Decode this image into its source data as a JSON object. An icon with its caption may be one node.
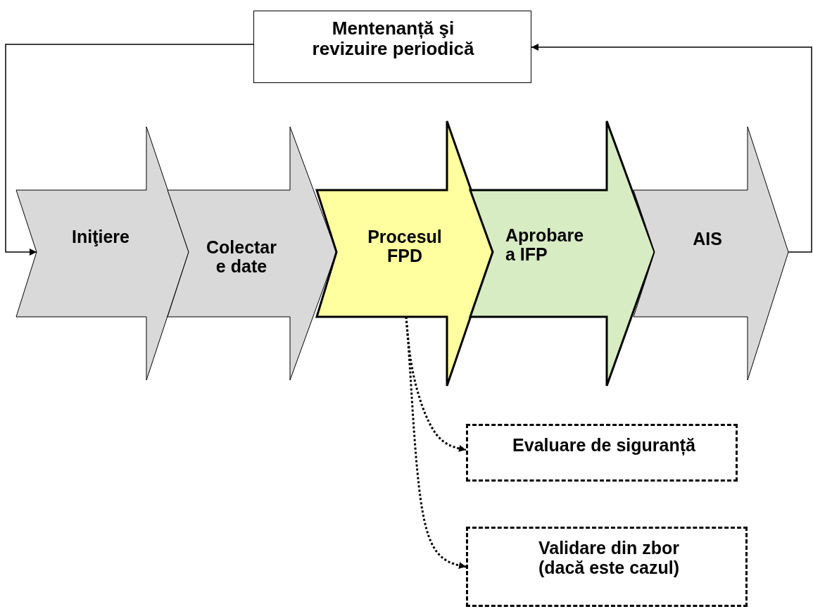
{
  "diagram": {
    "nodes": [
      {
        "text": [
          "Mentenanță şi revizuire periodică"
        ]
      },
      {
        "text": [
          "Iniţiere"
        ]
      },
      {
        "text": [
          "Colectar e date"
        ]
      },
      {
        "text": [
          "Procesul FPD"
        ]
      },
      {
        "text": [
          "Aprobare a IFP"
        ]
      },
      {
        "text": [
          "AIS"
        ]
      },
      {
        "text": [
          "Evaluare de siguranță"
        ]
      },
      {
        "text": [
          "Validare din zbor (dacă este cazul)"
        ]
      }
    ],
    "edges": [
      {
        "from": 5,
        "to": 0,
        "arrow": "to"
      },
      {
        "from": 0,
        "to": 1,
        "arrow": "to"
      },
      {
        "from": 3,
        "to": 6,
        "arrow": "to",
        "style": "dashed"
      },
      {
        "from": 3,
        "to": 7,
        "arrow": "to",
        "style": "dashed"
      }
    ]
  }
}
